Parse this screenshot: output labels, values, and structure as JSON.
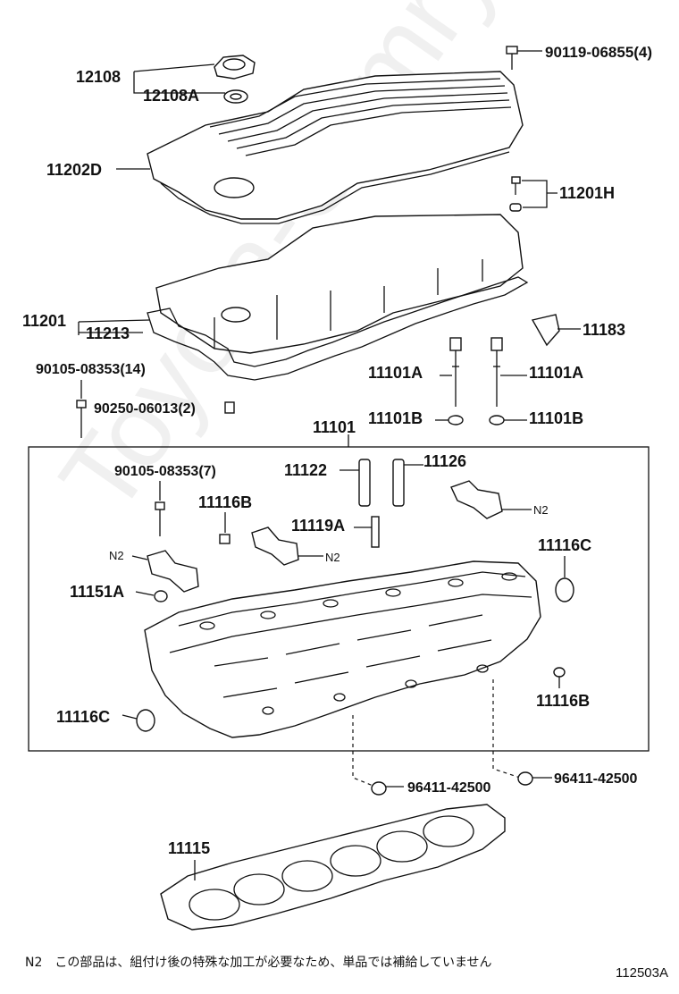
{
  "labels": {
    "p12108": "12108",
    "p12108a": "12108A",
    "p11202d": "11202D",
    "p90119": "90119-06855(4)",
    "p11201h": "11201H",
    "p11201": "11201",
    "p11213": "11213",
    "p11183": "11183",
    "p90105_14": "90105-08353(14)",
    "p90250": "90250-06013(2)",
    "p11101a_l": "11101A",
    "p11101a_r": "11101A",
    "p11101b_l": "11101B",
    "p11101b_r": "11101B",
    "p11101": "11101",
    "p90105_7": "90105-08353(7)",
    "p11122": "11122",
    "p11126": "11126",
    "p11116b_top": "11116B",
    "p11119a": "11119A",
    "n2_a": "N2",
    "n2_b": "N2",
    "n2_c": "N2",
    "p11116c_r": "11116C",
    "p11151a": "11151A",
    "p11116b_r": "11116B",
    "p11116c_l": "11116C",
    "p96411_l": "96411-42500",
    "p96411_r": "96411-42500",
    "p11115": "11115"
  },
  "footer": {
    "note": "N2　この部品は、組付け後の特殊な加工が必要なため、単品では補給していません",
    "figure_number": "112503A"
  },
  "watermark": "Toyota-Camry.ru"
}
